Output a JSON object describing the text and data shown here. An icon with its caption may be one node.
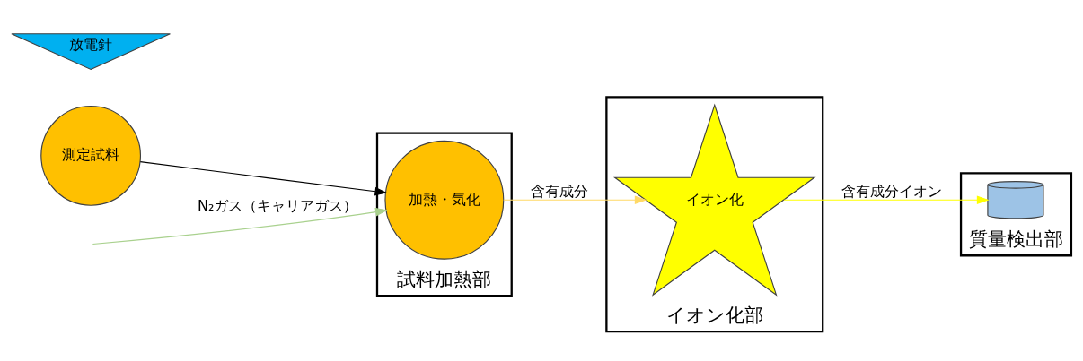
{
  "diagram": {
    "nodes": [
      {
        "text": [
          "試料加熱部"
        ]
      },
      {
        "text": [
          "測定試料"
        ]
      },
      {
        "text": [
          "加熱・気化"
        ],
        "in": 0
      },
      {
        "text": [
          "イオン化部"
        ]
      },
      {
        "text": [
          "イオン化"
        ],
        "in": 3
      },
      {
        "text": [
          "放電針"
        ]
      },
      {
        "text": [
          "質量検出部"
        ]
      },
      {
        "text": [],
        "shape": "cylinder",
        "in": 6
      }
    ],
    "edges": [
      {
        "from": 1,
        "to": 2,
        "arrow": "to"
      },
      {
        "from": null,
        "to": 2,
        "arrow": "to",
        "label": "N₂ガス（キャリアガス）",
        "color": "#a9d18e"
      },
      {
        "from": 2,
        "to": 4,
        "arrow": "to",
        "label": "含有成分",
        "color": "#ffd966"
      },
      {
        "from": 4,
        "to": 7,
        "arrow": "to",
        "label": "含有成分イオン",
        "color": "#ffff00"
      }
    ]
  }
}
